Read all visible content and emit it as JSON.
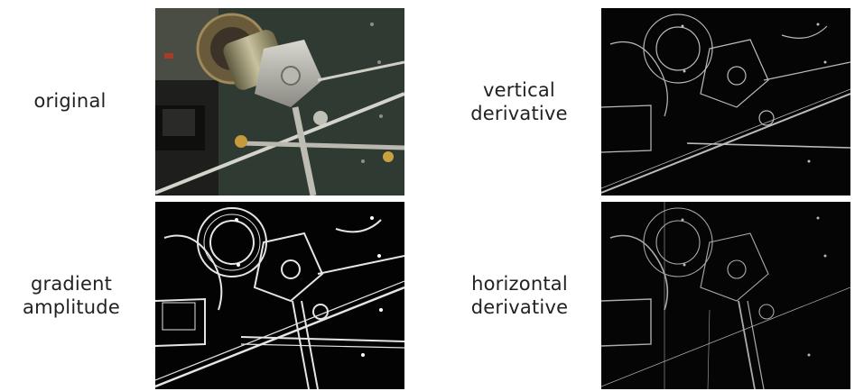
{
  "panels": [
    {
      "label": "original",
      "kind": "photo"
    },
    {
      "label": "vertical\nderivative",
      "kind": "edges"
    },
    {
      "label": "gradient\namplitude",
      "kind": "edges-strong"
    },
    {
      "label": "horizontal\nderivative",
      "kind": "edges"
    }
  ],
  "colors": {
    "background": "#ffffff",
    "text": "#222222",
    "edge_panel_bg": "#050505",
    "edge_stroke": "#e8e8e8"
  }
}
